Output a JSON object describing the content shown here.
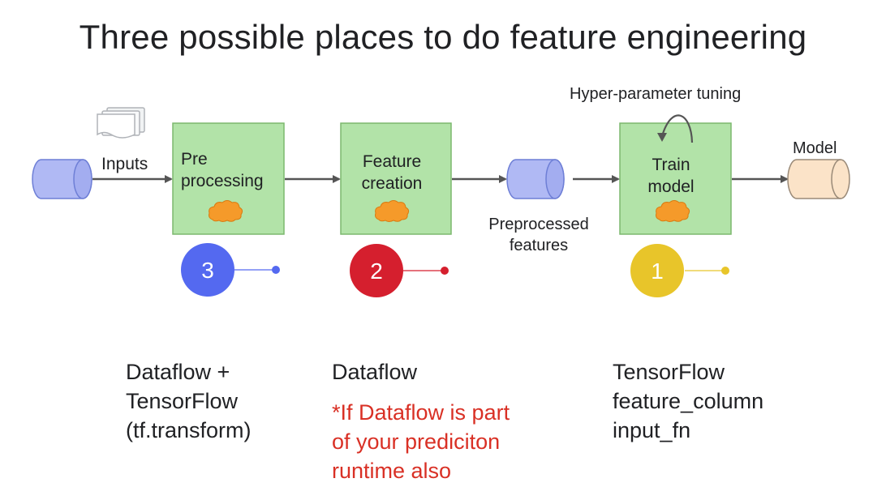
{
  "title": "Three possible places to do feature engineering",
  "corner_mark": "3",
  "labels": {
    "inputs": "Inputs",
    "preprocessed_features": "Preprocessed\nfeatures",
    "hyperparameter": "Hyper-parameter tuning",
    "model": "Model"
  },
  "boxes": [
    {
      "id": "preprocessing",
      "label": "Pre\nprocessing"
    },
    {
      "id": "feature_creation",
      "label": "Feature\ncreation"
    },
    {
      "id": "train_model",
      "label": "Train\nmodel"
    }
  ],
  "markers": [
    {
      "number": "3",
      "color": "#5469f0"
    },
    {
      "number": "2",
      "color": "#d51f2e"
    },
    {
      "number": "1",
      "color": "#e8c52a"
    }
  ],
  "bottom": {
    "col1": "Dataflow +\nTensorFlow\n(tf.transform)",
    "col2": "Dataflow",
    "col2_note": "*If Dataflow is part\nof your prediciton\nruntime also",
    "col3": "TensorFlow\nfeature_column\ninput_fn"
  },
  "colors": {
    "box_fill": "#b2e3a8",
    "box_stroke": "#7cb86e",
    "cylinder_blue": "#b0b9f4",
    "cylinder_model": "#fbe3c8",
    "cloud": "#f59a2a",
    "arrow": "#555555",
    "note_red": "#d93025"
  }
}
